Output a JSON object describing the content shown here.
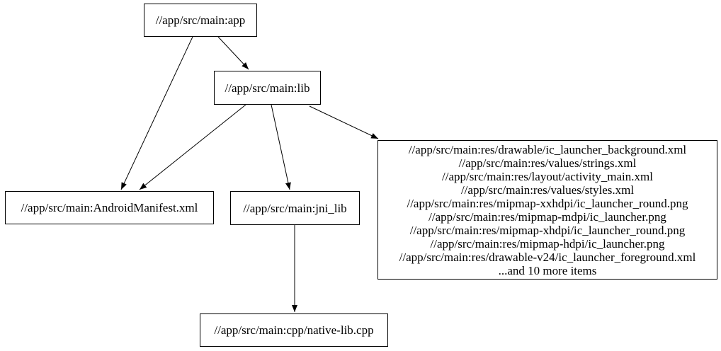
{
  "graph": {
    "type": "dependency-graph",
    "background_color": "#ffffff",
    "node_border_color": "#000000",
    "edge_color": "#000000",
    "nodes": {
      "app": {
        "label": "//app/src/main:app"
      },
      "lib": {
        "label": "//app/src/main:lib"
      },
      "manifest": {
        "label": "//app/src/main:AndroidManifest.xml"
      },
      "jni_lib": {
        "label": "//app/src/main:jni_lib"
      },
      "resources": {
        "lines": [
          "//app/src/main:res/drawable/ic_launcher_background.xml",
          "//app/src/main:res/values/strings.xml",
          "//app/src/main:res/layout/activity_main.xml",
          "//app/src/main:res/values/styles.xml",
          "//app/src/main:res/mipmap-xxhdpi/ic_launcher_round.png",
          "//app/src/main:res/mipmap-mdpi/ic_launcher.png",
          "//app/src/main:res/mipmap-xhdpi/ic_launcher_round.png",
          "//app/src/main:res/mipmap-hdpi/ic_launcher.png",
          "//app/src/main:res/drawable-v24/ic_launcher_foreground.xml",
          "...and 10 more items"
        ]
      },
      "native_lib": {
        "label": "//app/src/main:cpp/native-lib.cpp"
      }
    },
    "edges": [
      {
        "from": "//app/src/main:app",
        "to": "//app/src/main:lib"
      },
      {
        "from": "//app/src/main:app",
        "to": "//app/src/main:AndroidManifest.xml"
      },
      {
        "from": "//app/src/main:lib",
        "to": "//app/src/main:AndroidManifest.xml"
      },
      {
        "from": "//app/src/main:lib",
        "to": "//app/src/main:jni_lib"
      },
      {
        "from": "//app/src/main:lib",
        "to": "resources-group"
      },
      {
        "from": "//app/src/main:jni_lib",
        "to": "//app/src/main:cpp/native-lib.cpp"
      }
    ]
  }
}
